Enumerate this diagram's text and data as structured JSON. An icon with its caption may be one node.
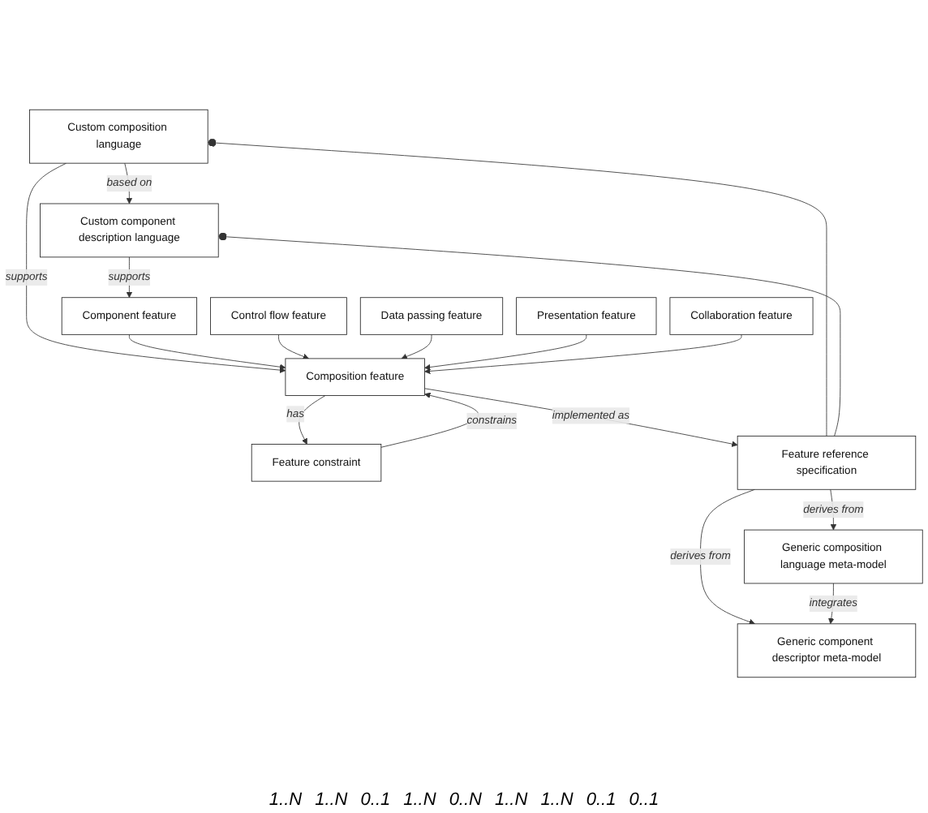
{
  "diagram": {
    "nodes": [
      {
        "text": [
          "Custom composition language"
        ]
      },
      {
        "text": [
          "Custom component description language"
        ]
      },
      {
        "text": [
          "Composition feature"
        ]
      },
      {
        "text": [
          "Component feature"
        ]
      },
      {
        "text": [
          "Control flow feature"
        ]
      },
      {
        "text": [
          "Data passing feature"
        ]
      },
      {
        "text": [
          "Presentation feature"
        ]
      },
      {
        "text": [
          "Collaboration feature"
        ]
      },
      {
        "text": [
          "Feature constraint"
        ]
      },
      {
        "text": [
          "Feature reference specification"
        ]
      },
      {
        "text": [
          "Generic composition language meta-model"
        ]
      },
      {
        "text": [
          "Generic component descriptor meta-model"
        ]
      }
    ],
    "edges": [
      {
        "from": 0,
        "to": 1,
        "arrow": "to",
        "label": "based on"
      },
      {
        "from": 0,
        "to": 2,
        "arrow": "to",
        "label": "supports"
      },
      {
        "from": 1,
        "to": 3,
        "arrow": "to",
        "label": "supports"
      },
      {
        "from": 3,
        "to": 2,
        "arrow": "to"
      },
      {
        "from": 4,
        "to": 2,
        "arrow": "to"
      },
      {
        "from": 5,
        "to": 2,
        "arrow": "to"
      },
      {
        "from": 6,
        "to": 2,
        "arrow": "to"
      },
      {
        "from": 7,
        "to": 2,
        "arrow": "to"
      },
      {
        "from": 2,
        "to": 9,
        "arrow": "to",
        "label": "implemented as"
      },
      {
        "from": 2,
        "to": 8,
        "arrow": "to",
        "label": "has"
      },
      {
        "from": 8,
        "to": 2,
        "arrow": "to",
        "label": "constrains"
      },
      {
        "from": 0,
        "to": 9,
        "arrow": "other"
      },
      {
        "from": 1,
        "to": 9,
        "arrow": "other"
      },
      {
        "from": 9,
        "to": 10,
        "arrow": "to",
        "label": "derives from"
      },
      {
        "from": 9,
        "to": 11,
        "arrow": "to",
        "label": "derives from"
      },
      {
        "from": 10,
        "to": 11,
        "arrow": "to",
        "label": "integrates"
      }
    ],
    "labels": [
      "1..N",
      "1..N",
      "0..1",
      "1..N",
      "0..N",
      "1..N",
      "1..N",
      "0..1",
      "0..1"
    ]
  }
}
